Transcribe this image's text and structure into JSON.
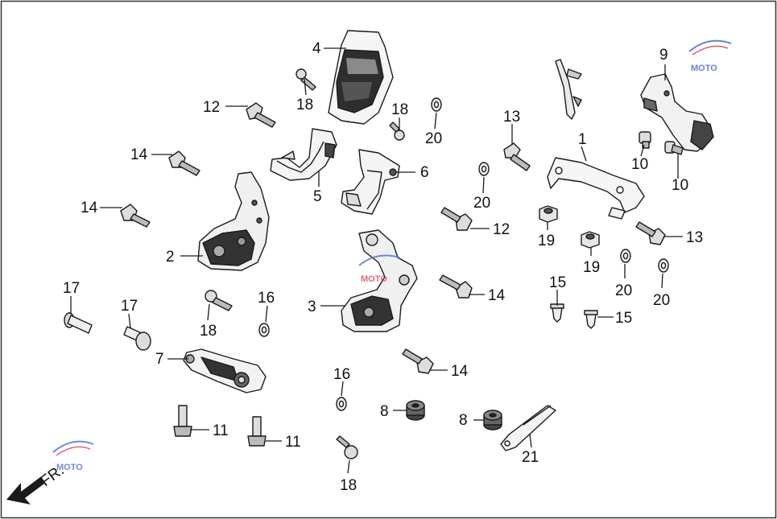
{
  "diagram": {
    "callouts": [
      {
        "id": "c1",
        "label": "1"
      },
      {
        "id": "c2",
        "label": "2"
      },
      {
        "id": "c3",
        "label": "3"
      },
      {
        "id": "c4",
        "label": "4"
      },
      {
        "id": "c5",
        "label": "5"
      },
      {
        "id": "c6",
        "label": "6"
      },
      {
        "id": "c7",
        "label": "7"
      },
      {
        "id": "c8a",
        "label": "8"
      },
      {
        "id": "c8b",
        "label": "8"
      },
      {
        "id": "c9",
        "label": "9"
      },
      {
        "id": "c10a",
        "label": "10"
      },
      {
        "id": "c10b",
        "label": "10"
      },
      {
        "id": "c11a",
        "label": "11"
      },
      {
        "id": "c11b",
        "label": "11"
      },
      {
        "id": "c12a",
        "label": "12"
      },
      {
        "id": "c12b",
        "label": "12"
      },
      {
        "id": "c13a",
        "label": "13"
      },
      {
        "id": "c13b",
        "label": "13"
      },
      {
        "id": "c14a",
        "label": "14"
      },
      {
        "id": "c14b",
        "label": "14"
      },
      {
        "id": "c14c",
        "label": "14"
      },
      {
        "id": "c14d",
        "label": "14"
      },
      {
        "id": "c15a",
        "label": "15"
      },
      {
        "id": "c15b",
        "label": "15"
      },
      {
        "id": "c16a",
        "label": "16"
      },
      {
        "id": "c16b",
        "label": "16"
      },
      {
        "id": "c17a",
        "label": "17"
      },
      {
        "id": "c17b",
        "label": "17"
      },
      {
        "id": "c18a",
        "label": "18"
      },
      {
        "id": "c18b",
        "label": "18"
      },
      {
        "id": "c18c",
        "label": "18"
      },
      {
        "id": "c18d",
        "label": "18"
      },
      {
        "id": "c19a",
        "label": "19"
      },
      {
        "id": "c19b",
        "label": "19"
      },
      {
        "id": "c20a",
        "label": "20"
      },
      {
        "id": "c20b",
        "label": "20"
      },
      {
        "id": "c20c",
        "label": "20"
      },
      {
        "id": "c20d",
        "label": "20"
      },
      {
        "id": "c21",
        "label": "21"
      }
    ],
    "direction_label": "FR.",
    "watermark_text": "MOTO",
    "colors": {
      "line": "#1a1a1a",
      "part_fill": "#f2f2f2",
      "part_dark": "#3a3a3a",
      "border": "#333333",
      "watermark_blue": "#4a6fd0",
      "watermark_red": "#e04050"
    }
  }
}
